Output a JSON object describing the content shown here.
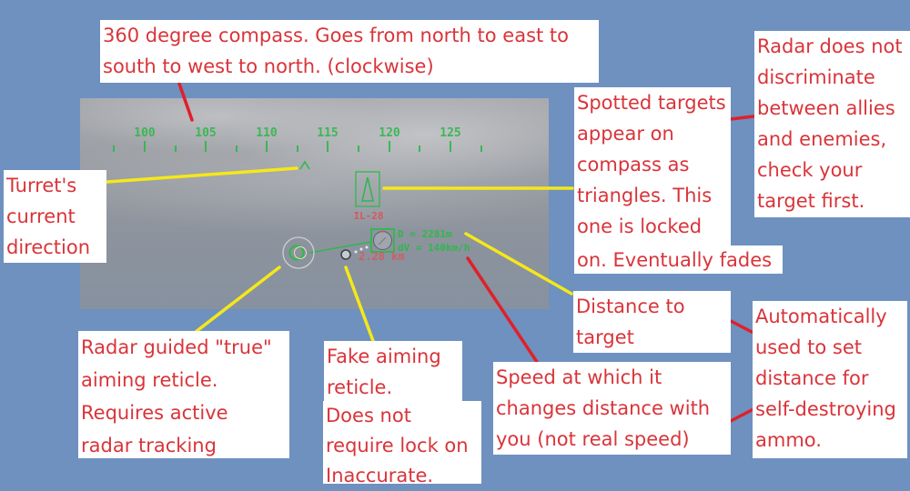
{
  "colors": {
    "background": "#6e91bf",
    "note_text": "#d9343a",
    "note_bg": "#ffffff",
    "hud_green": "#2fb84a",
    "target_red": "#d8585c",
    "leader_yellow": "#f5e81a",
    "leader_red": "#e0202a"
  },
  "hud": {
    "compass": {
      "labels": [
        "100",
        "105",
        "110",
        "115",
        "120",
        "125"
      ],
      "current_direction_marker": "^"
    },
    "target": {
      "icon": "triangle-icon",
      "name": "IL-28",
      "distance_label": "D = 2281m",
      "closing_speed_label": "dV = 140km/h",
      "fake_reticle_distance": "2.28 km"
    }
  },
  "annotations": {
    "compass": {
      "lines": [
        "360 degree compass. Goes from north to east to",
        "south to west to north. (clockwise)"
      ]
    },
    "radar_iff": {
      "lines": [
        "Radar does not",
        "discriminate",
        "between allies",
        "and enemies,",
        "check your",
        "target first."
      ]
    },
    "spotted_targets": {
      "lines": [
        "Spotted targets",
        "appear on",
        "compass as",
        "triangles. This",
        "one is locked",
        "on. Eventually fades"
      ]
    },
    "turret_direction": {
      "lines": [
        "Turret's",
        "current",
        "direction"
      ]
    },
    "distance": {
      "lines": [
        "Distance to",
        "target"
      ]
    },
    "self_destruct": {
      "lines": [
        "Automatically",
        "used to set",
        "distance for",
        "self-destroying",
        "ammo."
      ]
    },
    "true_reticle": {
      "lines": [
        "Radar guided \"true\"",
        "aiming reticle.",
        "Requires active",
        "radar tracking"
      ]
    },
    "fake_reticle": {
      "lines": [
        "Fake aiming",
        "reticle.",
        "Does not",
        "require lock on",
        "Inaccurate."
      ]
    },
    "closing_speed": {
      "lines": [
        "Speed at which it",
        "changes distance with",
        "you (not real speed)"
      ]
    }
  }
}
